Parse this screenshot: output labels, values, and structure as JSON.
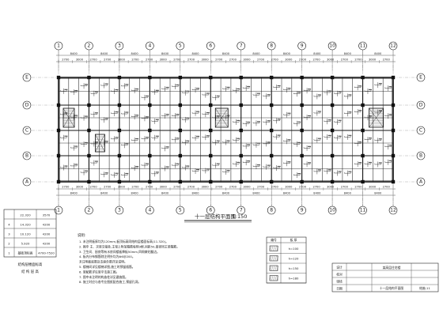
{
  "plan_title": "十一层结构平面图",
  "plan_scale": "1:150",
  "column_axes": [
    {
      "label": "1"
    },
    {
      "label": "2"
    },
    {
      "label": "3"
    },
    {
      "label": "4"
    },
    {
      "label": "5"
    },
    {
      "label": "6"
    },
    {
      "label": "7"
    },
    {
      "label": "8"
    },
    {
      "label": "9"
    },
    {
      "label": "10"
    },
    {
      "label": "11"
    },
    {
      "label": "12"
    }
  ],
  "row_axes": [
    {
      "label": "E"
    },
    {
      "label": "D"
    },
    {
      "label": "C"
    },
    {
      "label": "B"
    },
    {
      "label": "A"
    }
  ],
  "top_dims": {
    "spans": [
      "8400",
      "8400",
      "8400",
      "8400",
      "8400",
      "8400",
      "8400",
      "8400",
      "8400",
      "8400",
      "8400"
    ],
    "segments": [
      "2700",
      "3000",
      "2700",
      "2700",
      "3000",
      "2700",
      "2700",
      "3000",
      "2700",
      "2700",
      "3000",
      "2700",
      "2700",
      "3000",
      "2700",
      "2700",
      "3000",
      "2700",
      "2700",
      "3000",
      "2700",
      "2700",
      "3000",
      "2700"
    ]
  },
  "bottom_dims": {
    "spans": [
      "8400",
      "8400",
      "8400",
      "8400",
      "8400",
      "8400",
      "8400",
      "8400",
      "8400",
      "8400",
      "8400"
    ],
    "segments": [
      "2700",
      "3000",
      "2700",
      "2700",
      "3000",
      "2700",
      "2700",
      "3000",
      "2700",
      "2700",
      "3000",
      "2700",
      "2700",
      "3000",
      "2700",
      "2700",
      "3000",
      "2700",
      "2700",
      "3000",
      "2700",
      "2700",
      "3000",
      "2700"
    ]
  },
  "floor_table": {
    "rows": [
      {
        "floor": "",
        "elevation": "22.320",
        "height": "3570"
      },
      {
        "floor": "4",
        "elevation": "14.320",
        "height": "4200"
      },
      {
        "floor": "3",
        "elevation": "10.120",
        "height": "4200"
      },
      {
        "floor": "2",
        "elevation": "5.920",
        "height": "4200"
      },
      {
        "floor": "1",
        "elevation": "基础顶标高",
        "height": "4700-7520"
      }
    ],
    "caption_line1": "结构层楼面标高",
    "caption_line2": "结 构 层 高"
  },
  "notes": {
    "heading": "说明:",
    "lines": [
      "1. 未注明板厚均为120mm,板顶标高同结构层楼面标高(11.320)。",
      "2. 图中 主、次梁交接处,主梁上附加箍筋每侧3根,间距50,直径同主梁箍筋。",
      "3. 卫生间、厨房等有水房间楼板降板50mm,四周做砼翻边。",
      "4. 板内分布钢筋除注明外均为Φ6@200。",
      "   未注明板底筋及支座负筋详见说明。",
      "5. 楼梯间详见楼梯详图,施工时预留插筋。",
      "6. 梁配筋详见梁平法施工图。",
      "7. 图中未注明的构造柱详见建施图。",
      "8. 施工时应与各专业图纸配合施工,预留孔洞。"
    ]
  },
  "legend": {
    "col1": "编号",
    "col2": "板 厚",
    "rows": [
      "h=100",
      "h=120",
      "h=150",
      "h=180"
    ]
  },
  "title_block": {
    "project_name": "某高层住宅楼",
    "drawing_name": "十一层结构平面图",
    "drawing_no": "结施-11",
    "rows": [
      "设计",
      "校对",
      "审核",
      "日期"
    ]
  }
}
